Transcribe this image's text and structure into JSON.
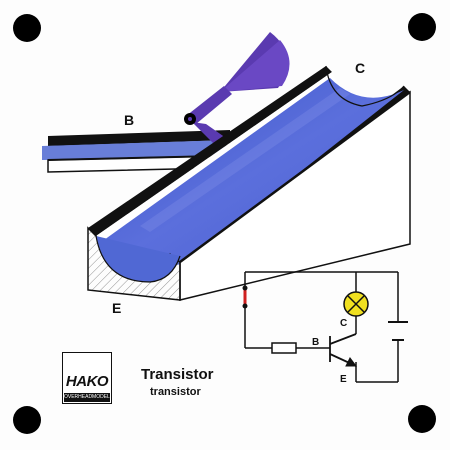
{
  "diagram": {
    "labels": {
      "gate": "B",
      "collector": "C",
      "emitter": "E"
    },
    "circuit_labels": {
      "base": "B",
      "collector": "C",
      "emitter": "E"
    },
    "title": "Transistor",
    "subtitle": "transistor",
    "logo": {
      "word": "HAKO",
      "tagline": "OVERHEADMODELLE"
    }
  },
  "colors": {
    "fluid": "#4c5fd0",
    "gate": "#5a3ab0",
    "lamp": "#f0e020",
    "wire_red": "#d02020"
  },
  "icons": [
    "mounting-hole-icon",
    "lamp-icon",
    "resistor-icon",
    "capacitor-icon",
    "transistor-icon"
  ]
}
